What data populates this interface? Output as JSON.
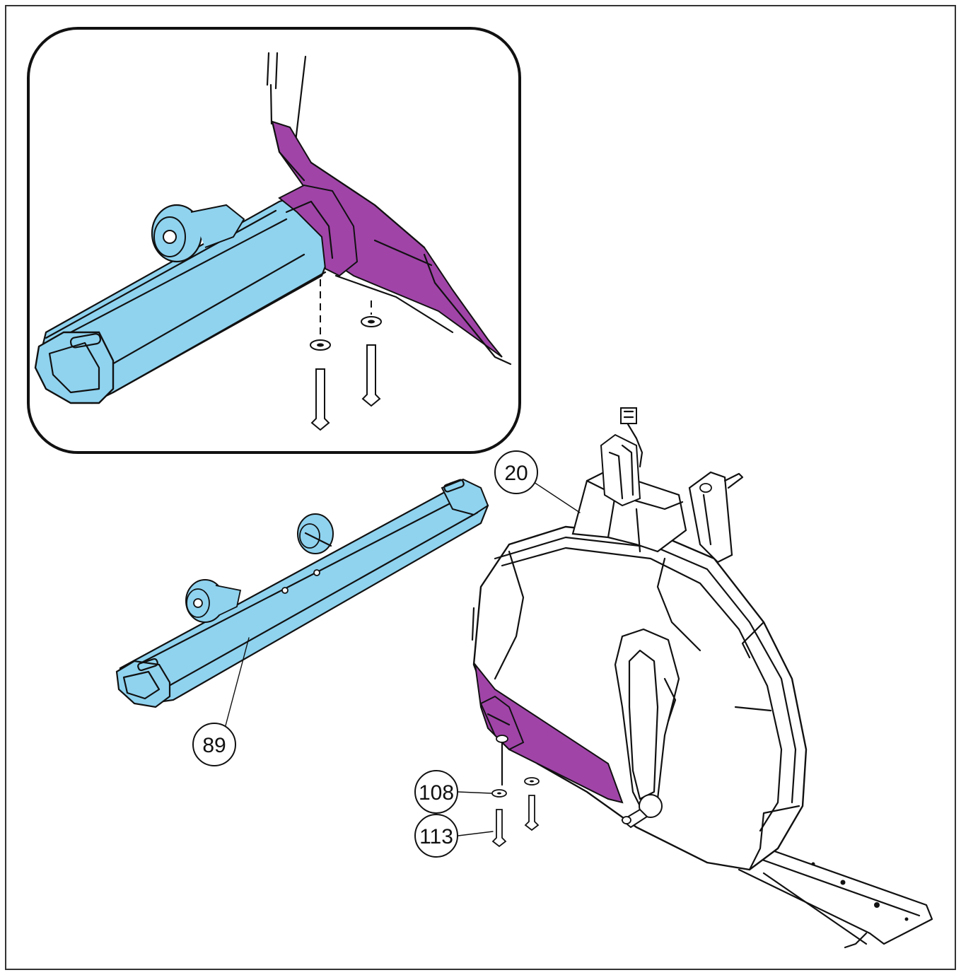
{
  "colors": {
    "base_tube": "#8fd3ef",
    "cover_accent": "#a044a8",
    "outline": "#111111",
    "background": "#ffffff"
  },
  "callouts": {
    "c20": "20",
    "c89": "89",
    "c108": "108",
    "c113": "113"
  }
}
